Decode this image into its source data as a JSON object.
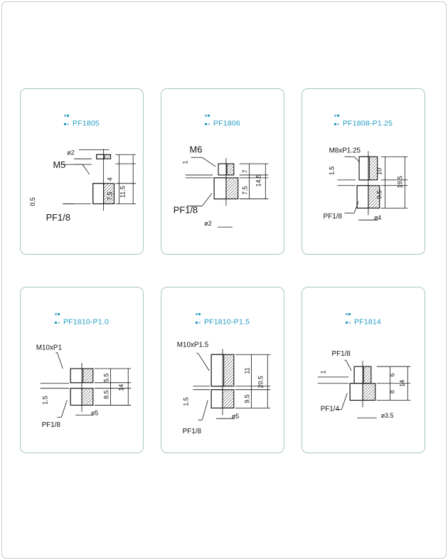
{
  "accent_color": "#1f9bc0",
  "border_color": "#a9c7bd",
  "icon": "part-icon",
  "cards": [
    {
      "title": "PF1805",
      "labels": {
        "thread_top": "M5",
        "thread_bottom": "PF1/8",
        "hole": "ø2",
        "gap": "0.5",
        "d_top": "4",
        "d_bot": "7.5",
        "d_total": "11.5"
      }
    },
    {
      "title": "PF1806",
      "labels": {
        "thread_top": "M6",
        "thread_bottom": "PF1/8",
        "hole": "ø2",
        "gap": "1",
        "d_top": "7",
        "d_bot": "7.5",
        "d_total": "14.5"
      }
    },
    {
      "title": "PF1808-P1.25",
      "labels": {
        "thread_top": "M8xP1.25",
        "thread_bottom": "PF1/8",
        "hole": "ø4",
        "gap": "1.5",
        "d_top": "10",
        "d_bot": "9.5",
        "d_total": "19.5"
      }
    },
    {
      "title": "PF1810-P1.0",
      "labels": {
        "thread_top": "M10xP1",
        "thread_bottom": "PF1/8",
        "hole": "ø5",
        "gap": "1.5",
        "d_top": "5.5",
        "d_bot": "8.5",
        "d_total": "14"
      }
    },
    {
      "title": "PF1810-P1.5",
      "labels": {
        "thread_top": "M10xP1.5",
        "thread_bottom": "PF1/8",
        "hole": "ø5",
        "gap": "1.5",
        "d_top": "11",
        "d_bot": "9.5",
        "d_total": "20.5"
      }
    },
    {
      "title": "PF1814",
      "labels": {
        "thread_top": "PF1/8",
        "thread_bottom": "PF1/4",
        "hole": "ø3.5",
        "gap": "1",
        "d_top": "6",
        "d_bot": "8",
        "d_total": "14"
      }
    }
  ]
}
